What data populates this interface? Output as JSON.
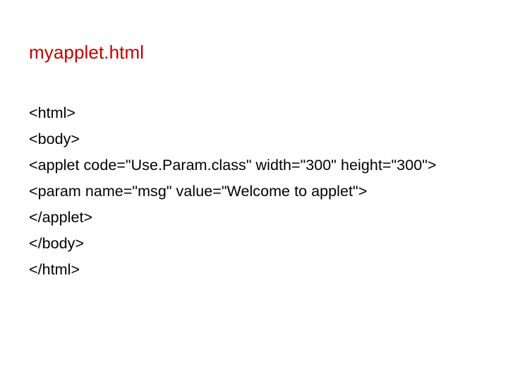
{
  "slide": {
    "title": "myapplet.html",
    "title_color": "#C00000",
    "background_color": "#FFFFFF",
    "body_text_color": "#000000",
    "code_lines": [
      "<html>",
      "<body>",
      "<applet code=\"Use.Param.class\" width=\"300\" height=\"300\">",
      "<param name=\"msg\" value=\"Welcome to applet\">",
      "</applet>",
      "</body>",
      "</html>"
    ]
  }
}
